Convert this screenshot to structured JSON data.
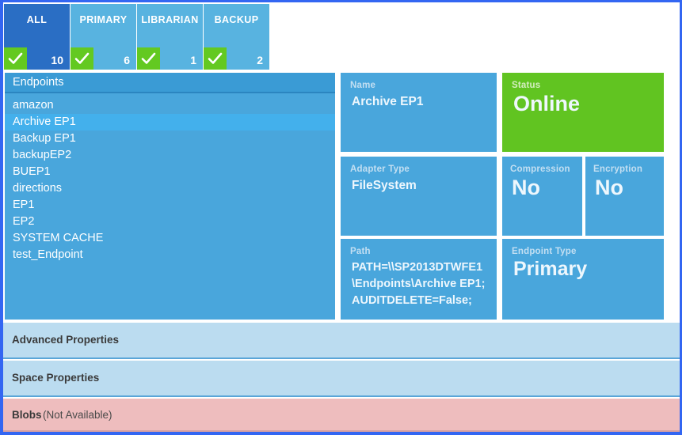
{
  "filters": {
    "tiles": [
      {
        "label": "ALL",
        "count": "10",
        "check": "checkmark-icon",
        "active": true
      },
      {
        "label": "PRIMARY",
        "count": "6",
        "check": "checkmark-icon",
        "active": false
      },
      {
        "label": "LIBRARIAN",
        "count": "1",
        "check": "checkmark-icon",
        "active": false
      },
      {
        "label": "BACKUP",
        "count": "2",
        "check": "checkmark-icon",
        "active": false
      }
    ]
  },
  "endpoint_list": {
    "header": "Endpoints",
    "items": [
      {
        "label": "amazon",
        "selected": false
      },
      {
        "label": "Archive EP1",
        "selected": true
      },
      {
        "label": "Backup EP1",
        "selected": false
      },
      {
        "label": "backupEP2",
        "selected": false
      },
      {
        "label": "BUEP1",
        "selected": false
      },
      {
        "label": "directions",
        "selected": false
      },
      {
        "label": "EP1",
        "selected": false
      },
      {
        "label": "EP2",
        "selected": false
      },
      {
        "label": "SYSTEM CACHE",
        "selected": false
      },
      {
        "label": "test_Endpoint",
        "selected": false
      }
    ]
  },
  "details": {
    "name": {
      "label": "Name",
      "value": "Archive EP1"
    },
    "status": {
      "label": "Status",
      "value": "Online"
    },
    "adapter": {
      "label": "Adapter Type",
      "value": "FileSystem"
    },
    "compression": {
      "label": "Compression",
      "value": "No"
    },
    "encryption": {
      "label": "Encryption",
      "value": "No"
    },
    "path": {
      "label": "Path",
      "value": "PATH=\\\\SP2013DTWFE1\\Endpoints\\Archive EP1;AUDITDELETE=False;"
    },
    "endpoint_type": {
      "label": "Endpoint Type",
      "value": "Primary"
    }
  },
  "sections": {
    "advanced": {
      "label": "Advanced Properties"
    },
    "space": {
      "label": "Space Properties"
    },
    "blobs": {
      "label": "Blobs",
      "note": "(Not Available)"
    }
  },
  "colors": {
    "frame": "#3366f2",
    "tile_blue": "#49a6dc",
    "tile_blue_dark": "#2a6ec4",
    "tile_blue_light": "#58b3e0",
    "status_green": "#61c421",
    "check_green": "#63c921",
    "selected_blue": "#43b0ec",
    "section_blue": "#bbdcf0",
    "section_pink": "#eebdbe"
  }
}
